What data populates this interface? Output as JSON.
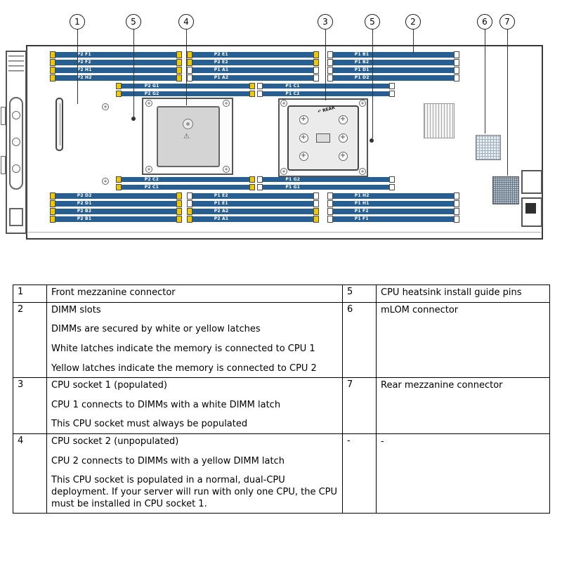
{
  "diagram": {
    "callouts": [
      "1",
      "5",
      "4",
      "3",
      "5",
      "2",
      "6",
      "7"
    ],
    "dimm_groups": {
      "top_left": [
        "P2 F1",
        "P2 F2",
        "P2 H1",
        "P2 H2"
      ],
      "top_mid": [
        "P2 E1",
        "P2 E2",
        "P1 A1",
        "P1 A2"
      ],
      "top_right": [
        "P1 B1",
        "P1 B2",
        "P1 D1",
        "P1 D2"
      ],
      "top_left_short": [
        "P2 G1",
        "P2 G2"
      ],
      "top_right_short": [
        "P1 C1",
        "P1 C2"
      ],
      "bottom_left_short": [
        "P2 C2",
        "P2 C1"
      ],
      "bottom_mid_short": [
        "P1 G2",
        "P1 G1"
      ],
      "bottom_left": [
        "P2 D2",
        "P2 D1",
        "P2 B2",
        "P2 B1"
      ],
      "bottom_mid": [
        "P1 E2",
        "P1 E1",
        "P2 A2",
        "P2 A1"
      ],
      "bottom_right": [
        "P1 H2",
        "P1 H1",
        "P1 F2",
        "P1 F1"
      ]
    },
    "rear_label": "REAR"
  },
  "icons": {
    "warning_icon": "⚠",
    "rotate_arrow": "↶"
  },
  "colors": {
    "dimm_blue": "#275f93",
    "latch_yellow": "#eec800",
    "latch_white": "#ffffff"
  },
  "table": {
    "rows": [
      {
        "num_left": "1",
        "desc_left": [
          "Front mezzanine connector"
        ],
        "num_right": "5",
        "desc_right": [
          "CPU heatsink install guide pins"
        ]
      },
      {
        "num_left": "2",
        "desc_left": [
          "DIMM slots",
          "DIMMs are secured by white or yellow latches",
          "White latches indicate the memory is connected to CPU 1",
          "Yellow latches indicate the memory is connected to CPU 2"
        ],
        "num_right": "6",
        "desc_right": [
          "mLOM connector"
        ]
      },
      {
        "num_left": "3",
        "desc_left": [
          "CPU socket 1 (populated)",
          "CPU 1 connects to DIMMs with a white DIMM latch",
          "This CPU socket must always be populated"
        ],
        "num_right": "7",
        "desc_right": [
          "Rear mezzanine connector"
        ]
      },
      {
        "num_left": "4",
        "desc_left": [
          "CPU socket 2 (unpopulated)",
          "CPU 2 connects to DIMMs with a yellow DIMM latch",
          "This CPU socket is populated in a normal, dual-CPU deployment. If your server will run with only one CPU, the CPU must be installed in CPU socket 1."
        ],
        "num_right": "-",
        "desc_right": [
          "-"
        ]
      }
    ]
  }
}
